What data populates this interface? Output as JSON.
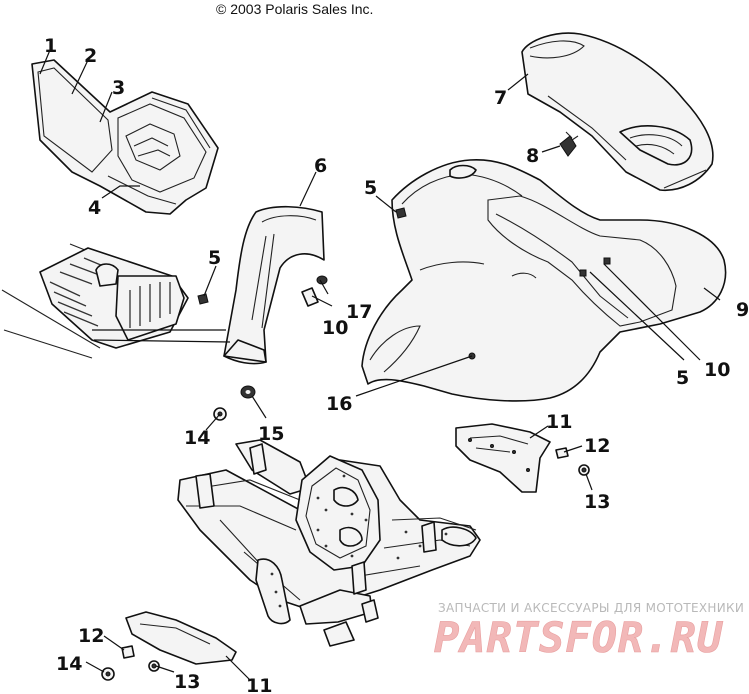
{
  "copyright": "© 2003 Polaris Sales Inc.",
  "watermark": {
    "tagline": "ЗАПЧАСТИ И АКСЕССУАРЫ ДЛЯ МОТОТЕХНИКИ",
    "logo": "PARTSFOR.RU",
    "logo_color": "#f2b8b8"
  },
  "callouts": [
    {
      "id": "c1a",
      "label": "1"
    },
    {
      "id": "c2a",
      "label": "2"
    },
    {
      "id": "c3a",
      "label": "3"
    },
    {
      "id": "c4a",
      "label": "4"
    },
    {
      "id": "c5a",
      "label": "5"
    },
    {
      "id": "c5b",
      "label": "5"
    },
    {
      "id": "c5c",
      "label": "5"
    },
    {
      "id": "c6a",
      "label": "6"
    },
    {
      "id": "c7a",
      "label": "7"
    },
    {
      "id": "c8a",
      "label": "8"
    },
    {
      "id": "c9a",
      "label": "9"
    },
    {
      "id": "c10a",
      "label": "10"
    },
    {
      "id": "c10b",
      "label": "10"
    },
    {
      "id": "c11a",
      "label": "11"
    },
    {
      "id": "c11b",
      "label": "11"
    },
    {
      "id": "c12a",
      "label": "12"
    },
    {
      "id": "c12b",
      "label": "12"
    },
    {
      "id": "c13a",
      "label": "13"
    },
    {
      "id": "c13b",
      "label": "13"
    },
    {
      "id": "c14a",
      "label": "14"
    },
    {
      "id": "c14b",
      "label": "14"
    },
    {
      "id": "c15a",
      "label": "15"
    },
    {
      "id": "c16a",
      "label": "16"
    },
    {
      "id": "c17a",
      "label": "17"
    }
  ]
}
